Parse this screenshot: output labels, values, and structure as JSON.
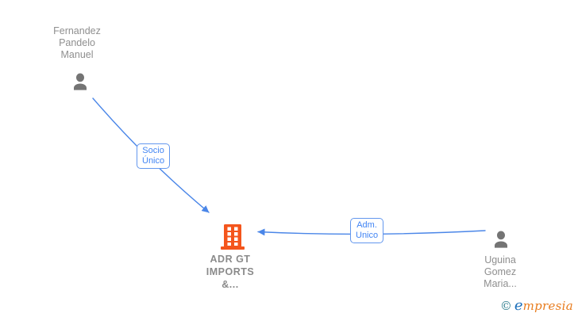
{
  "diagram": {
    "person_top_left": {
      "icon": "person-icon",
      "line1": "Fernandez",
      "line2": "Pandelo",
      "line3": "Manuel"
    },
    "company_center": {
      "icon": "building-icon",
      "line1": "ADR GT",
      "line2": "IMPORTS",
      "line3": "&..."
    },
    "person_right": {
      "icon": "person-icon",
      "line1": "Uguina",
      "line2": "Gomez",
      "line3": "Maria..."
    },
    "edge_socio": {
      "line1": "Socio",
      "line2": "Único"
    },
    "edge_adm": {
      "line1": "Adm.",
      "line2": "Unico"
    }
  },
  "colors": {
    "background": "#ffffff",
    "edge_blue": "#4a86e8",
    "edge_label_text": "#4285f4",
    "edge_label_border": "#6397ee",
    "person_icon_gray": "#747474",
    "person_text_gray": "#8f8f8f",
    "company_text_gray": "#8a8a8a",
    "building_orange": "#f4551c",
    "logo_copyright_teal": "#2d7d8e",
    "logo_e_blue": "#1c6fba",
    "logo_text_orange": "#e87c1e"
  },
  "footer": {
    "copyright_symbol": "©",
    "brand_initial": "e",
    "brand_rest": "mpresia"
  }
}
